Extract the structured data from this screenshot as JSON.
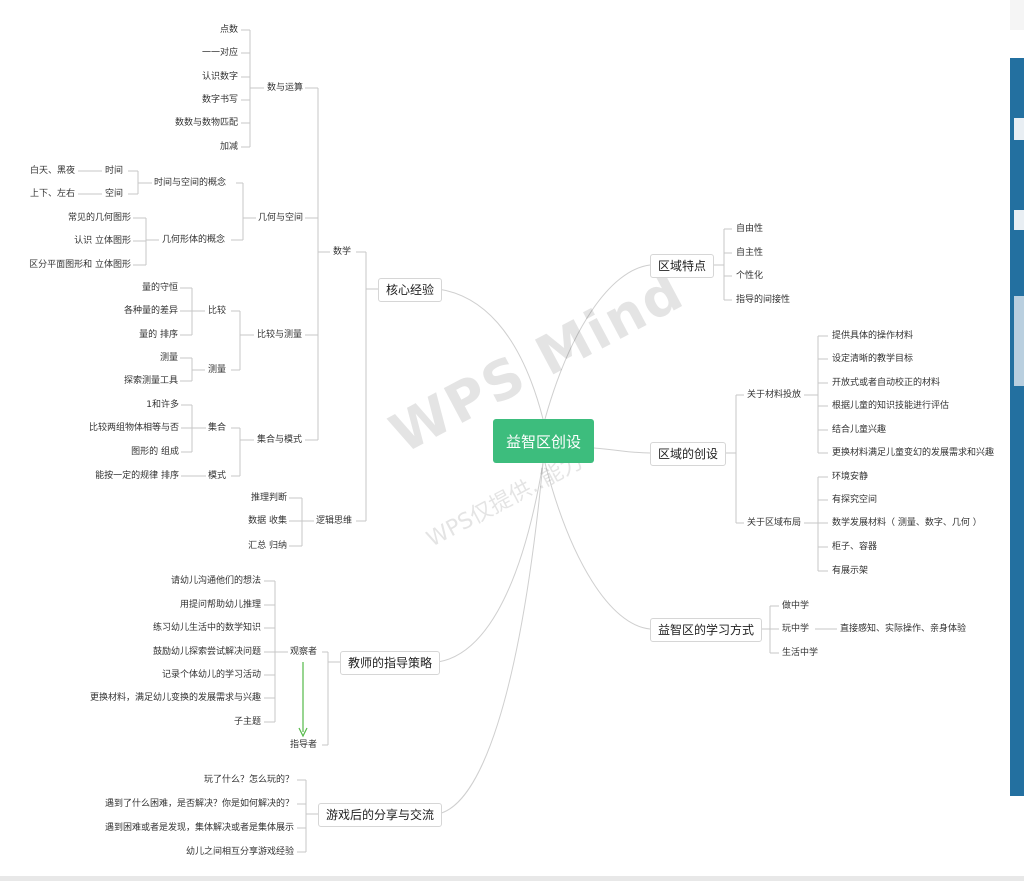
{
  "root": "益智区创设",
  "watermark": {
    "main": "WPS Mind",
    "sub": "WPS仅提供..能力"
  },
  "branches": {
    "core": "核心经验",
    "teacher": "教师的指导策略",
    "share": "游戏后的分享与交流",
    "features": "区域特点",
    "create": "区域的创设",
    "learn": "益智区的学习方式"
  },
  "math": "数学",
  "math_ops": {
    "label": "数与运算",
    "items": [
      "点数",
      "一一对应",
      "认识数字",
      "数字书写",
      "数数与数物匹配",
      "加减"
    ]
  },
  "geometry": {
    "label": "几何与空间",
    "time_space": {
      "label": "时间与空间的概念",
      "time": "时间",
      "space": "空间",
      "time_ex": "白天、黑夜",
      "space_ex": "上下、左右"
    },
    "shape": {
      "label": "几何形体的概念",
      "items": [
        "常见的几何图形",
        "认识 立体图形",
        "区分平面图形和 立体图形"
      ]
    }
  },
  "measure": {
    "label": "比较与测量",
    "compare": {
      "label": "比较",
      "items": [
        "量的守恒",
        "各种量的差异",
        "量的 排序"
      ]
    },
    "measure": {
      "label": "测量",
      "items": [
        "测量",
        "探索测量工具"
      ]
    }
  },
  "set_pattern": {
    "label": "集合与模式",
    "set": {
      "label": "集合",
      "items": [
        "1和许多",
        "比较两组物体相等与否",
        "图形的 组成"
      ]
    },
    "pattern": {
      "label": "模式",
      "items": [
        "能按一定的规律 排序"
      ]
    }
  },
  "logic": {
    "label": "逻辑思维",
    "items": [
      "推理判断",
      "数据 收集",
      "汇总 归纳"
    ]
  },
  "observer": {
    "label": "观察者",
    "items": [
      "请幼儿沟通他们的想法",
      "用提问帮助幼儿推理",
      "练习幼儿生活中的数学知识",
      "鼓励幼儿探索尝试解决问题",
      "记录个体幼儿的学习活动",
      "更换材料，满足幼儿变换的发展需求与兴趣",
      "子主题"
    ]
  },
  "guide": "指导者",
  "share_items": [
    "玩了什么？怎么玩的？",
    "遇到了什么困难，是否解决？你是如何解决的？",
    "遇到困难或者是发现，集体解决或者是集体展示",
    "幼儿之间相互分享游戏经验"
  ],
  "feature_items": [
    "自由性",
    "自主性",
    "个性化",
    "指导的间接性"
  ],
  "material": {
    "label": "关于材料投放",
    "items": [
      "提供具体的操作材料",
      "设定清晰的教学目标",
      "开放式或者自动校正的材料",
      "根据儿童的知识技能进行评估",
      "结合儿童兴趣",
      "更换材料满足儿童变幻的发展需求和兴趣"
    ]
  },
  "layout_sec": {
    "label": "关于区域布局",
    "items": [
      "环境安静",
      "有探究空间",
      "数学发展材料（ 测量、数字、几何 ）",
      "柜子、容器",
      "有展示架"
    ]
  },
  "learn_items": {
    "do": "做中学",
    "play": "玩中学",
    "play_detail": "直接感知、实际操作、亲身体验",
    "life": "生活中学"
  }
}
